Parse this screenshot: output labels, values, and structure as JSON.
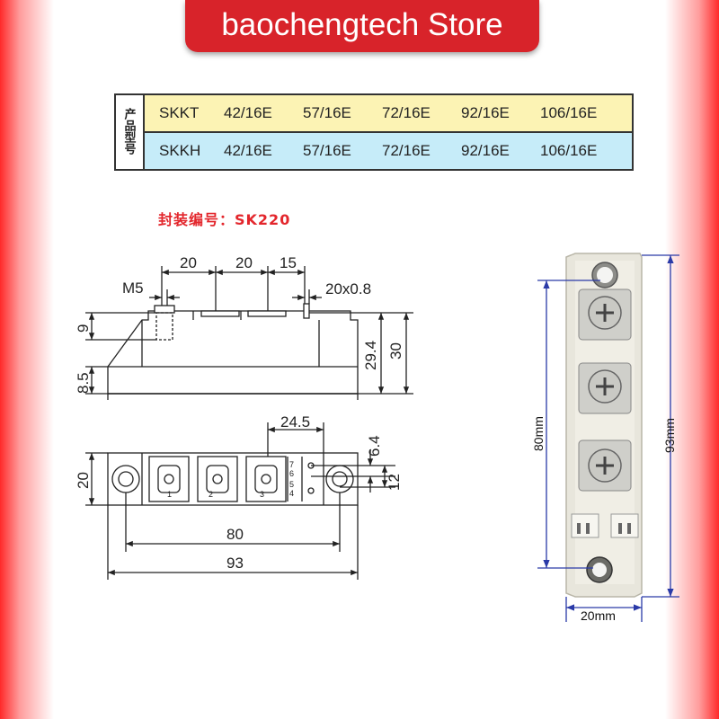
{
  "banner": {
    "title": "baochengtech Store"
  },
  "table": {
    "header": "产品型号",
    "rows": [
      {
        "prefix": "SKKT",
        "values": [
          "42/16E",
          "57/16E",
          "72/16E",
          "92/16E",
          "106/16E"
        ]
      },
      {
        "prefix": "SKKH",
        "values": [
          "42/16E",
          "57/16E",
          "72/16E",
          "92/16E",
          "106/16E"
        ]
      }
    ]
  },
  "package": {
    "label": "封装编号：SK220"
  },
  "side_view": {
    "dims": {
      "d20a": "20",
      "d20b": "20",
      "d15": "15",
      "m5": "M5",
      "d20x08": "20x0.8",
      "d9": "9",
      "d85": "8.5",
      "d294": "29.4",
      "d30": "30"
    }
  },
  "top_view": {
    "dims": {
      "d245": "24.5",
      "d64": "6.4",
      "d20": "20",
      "d12": "12",
      "d80": "80",
      "d93": "93"
    },
    "terminals": [
      "1",
      "2",
      "3"
    ],
    "pins": [
      "7",
      "6",
      "5",
      "4"
    ]
  },
  "photo": {
    "dims": {
      "d80mm": "80mm",
      "d93mm": "93mm",
      "d20mm": "20mm"
    }
  },
  "colors": {
    "banner": "#d8232a",
    "row1": "#fcf3b4",
    "row2": "#c6ecf9",
    "pkg_text": "#e3262c",
    "photo_dims": "#2a3aa8"
  }
}
